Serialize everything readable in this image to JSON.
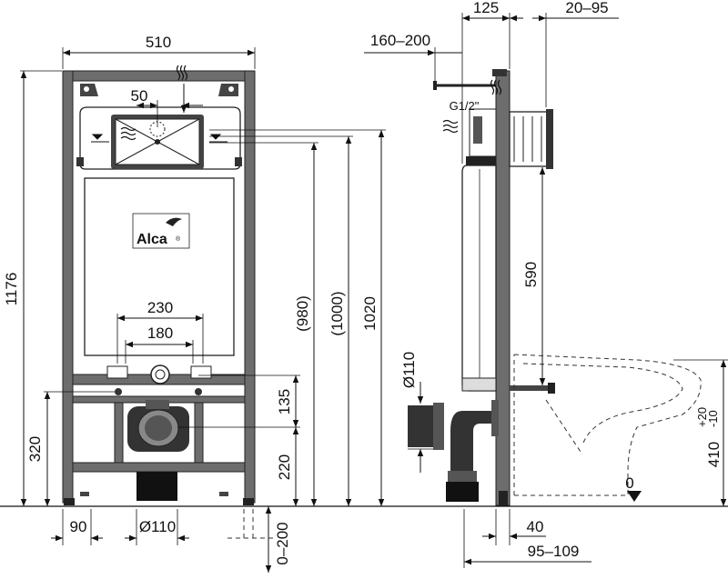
{
  "brand": {
    "logo_text": "Alca",
    "trademark": "®"
  },
  "front_view": {
    "frame_width": "510",
    "flush_offset": "50",
    "outer_spacing": "230",
    "inner_spacing": "180",
    "total_height": "1176",
    "bottom_height": "320",
    "foot_width": "90",
    "drain_diameter": "Ø110",
    "bolt_height": "135",
    "drain_height": "220",
    "floor_adjust": "0–200",
    "height_980": "(980)",
    "height_1000": "(1000)",
    "height_1020": "1020"
  },
  "side_view": {
    "depth_125": "125",
    "depth_range": "20–95",
    "pipe_range": "160–200",
    "inlet_thread": "G1/2\"",
    "bolt_to_top": "590",
    "pipe_diameter": "Ø110",
    "seat_height": "410",
    "tol_plus": "+20",
    "tol_minus": "-10",
    "floor_level": "0",
    "floor_offset": "40",
    "bowl_range": "95–109"
  }
}
